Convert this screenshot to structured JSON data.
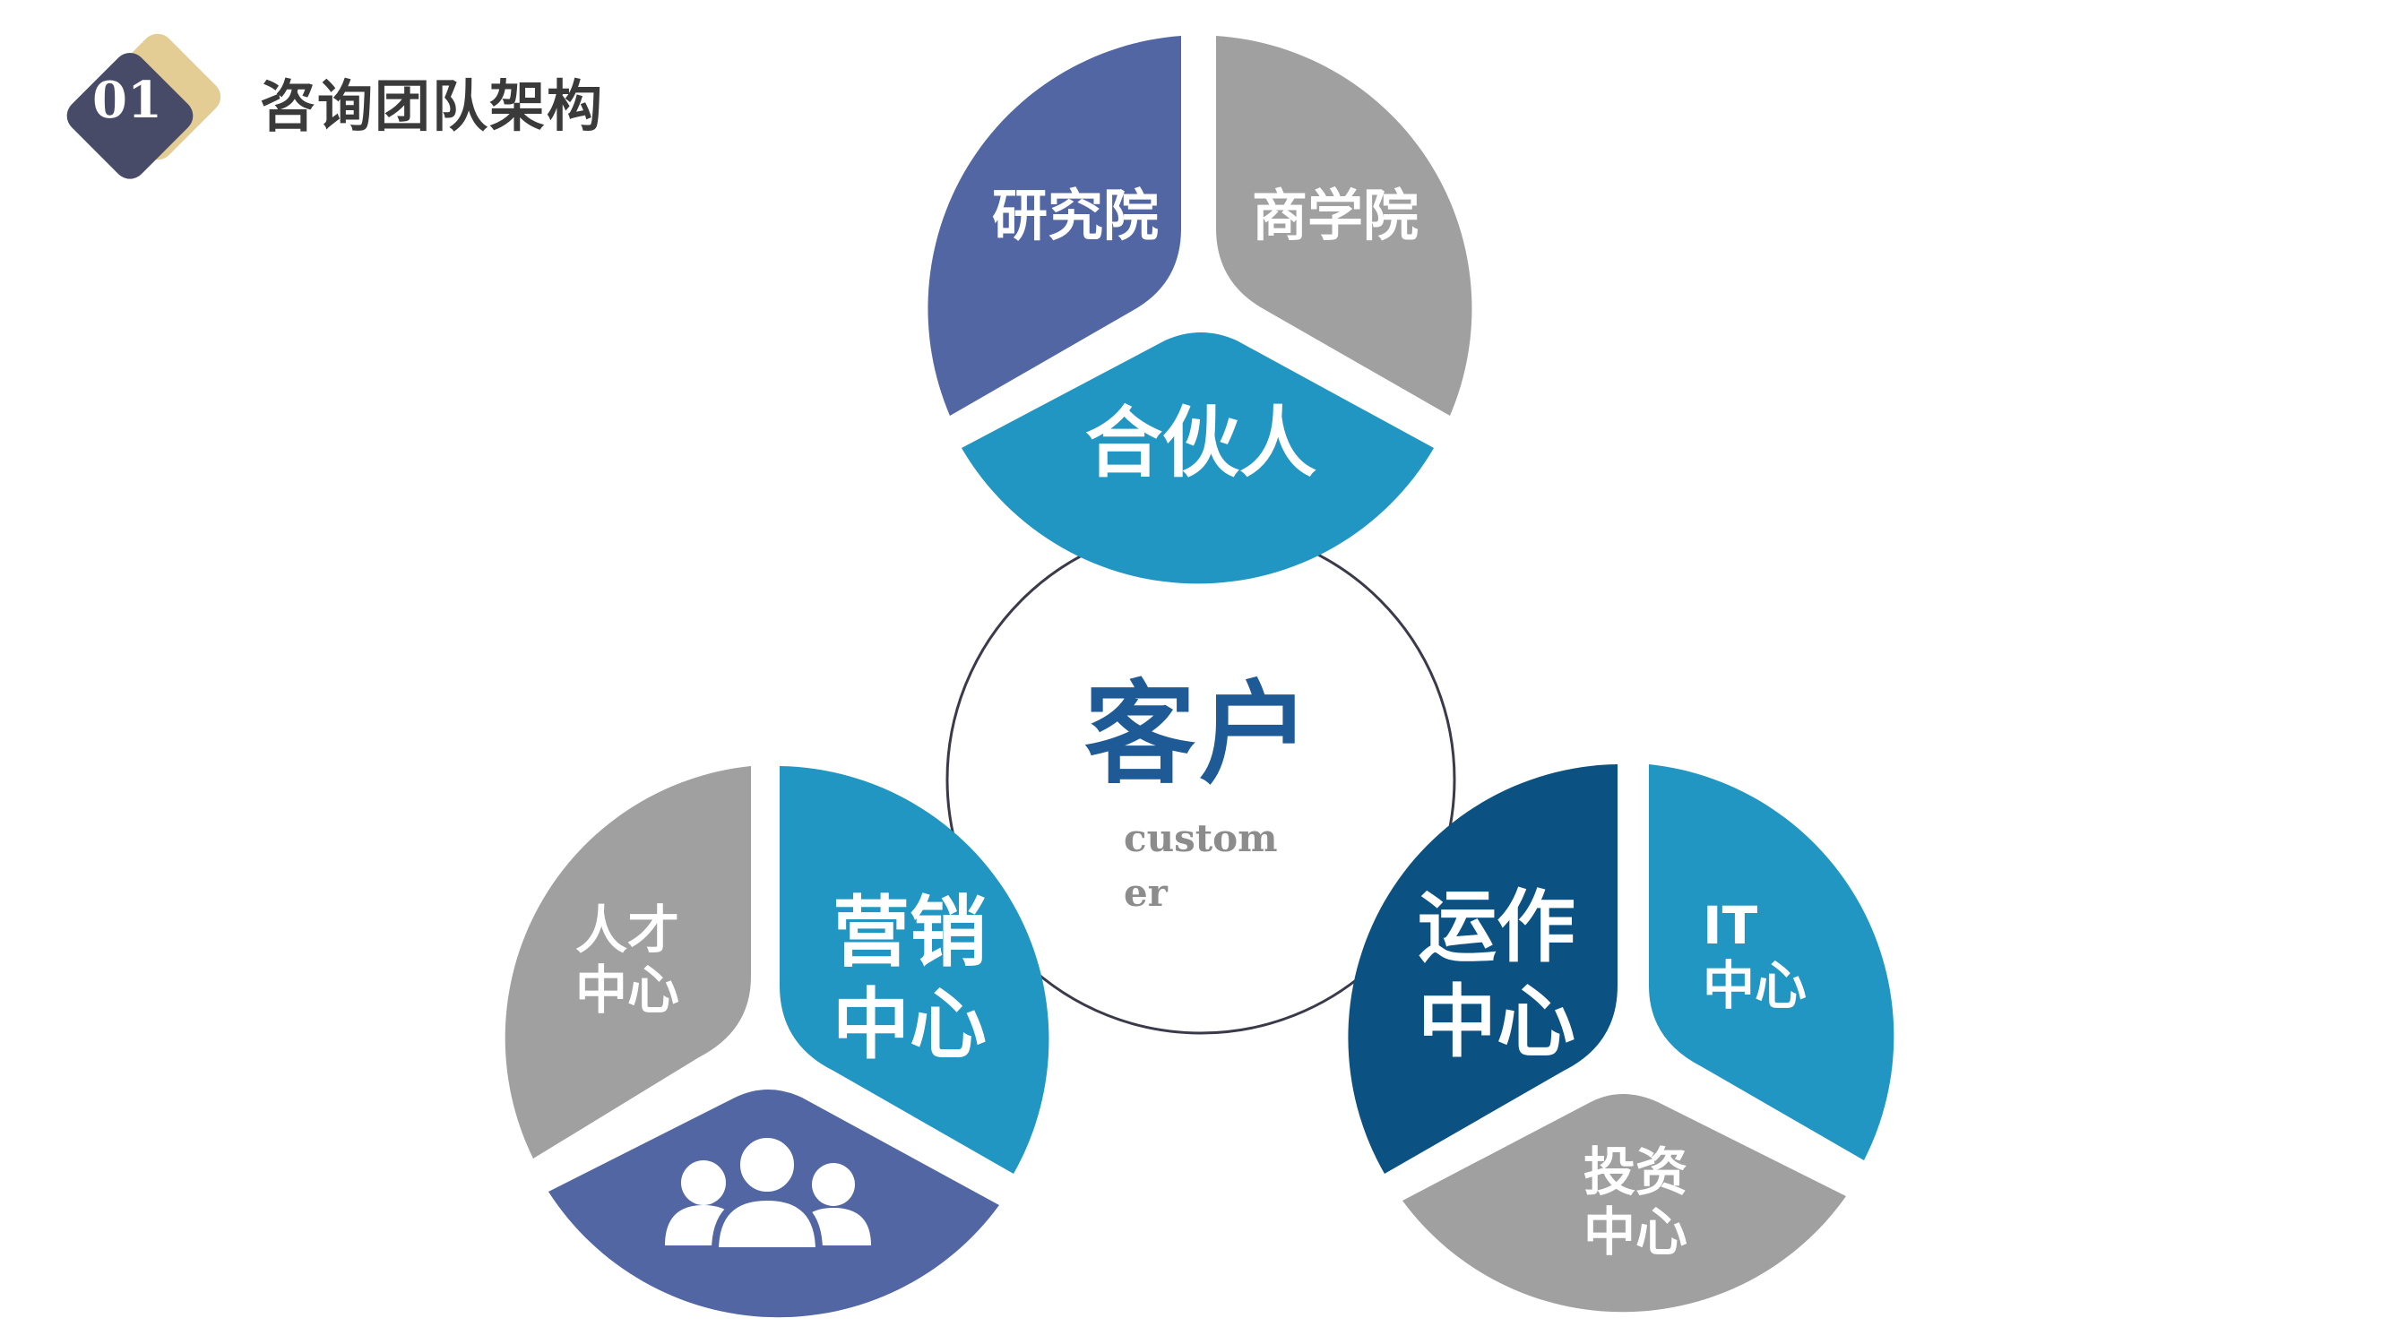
{
  "header": {
    "badge_number": "01",
    "title": "咨询团队架构"
  },
  "colors": {
    "blue_purple": "#5166a3",
    "grey": "#a0a0a0",
    "teal": "#2196c2",
    "navy": "#0b5283",
    "center_text": "#1e5a96",
    "badge_dark": "#474b68",
    "badge_gold": "#e3cd95"
  },
  "center": {
    "title": "客户",
    "subtitle": "customer"
  },
  "clusters": {
    "top": {
      "left_label": "研究院",
      "right_label": "商学院",
      "bottom_label": "合伙人"
    },
    "left": {
      "left_label": "人才\n中心",
      "right_label": "营销\n中心",
      "bottom_icon": "people-group-icon"
    },
    "right": {
      "left_label": "运作\n中心",
      "right_label": "IT\n中心",
      "bottom_label": "投资\n中心"
    }
  }
}
